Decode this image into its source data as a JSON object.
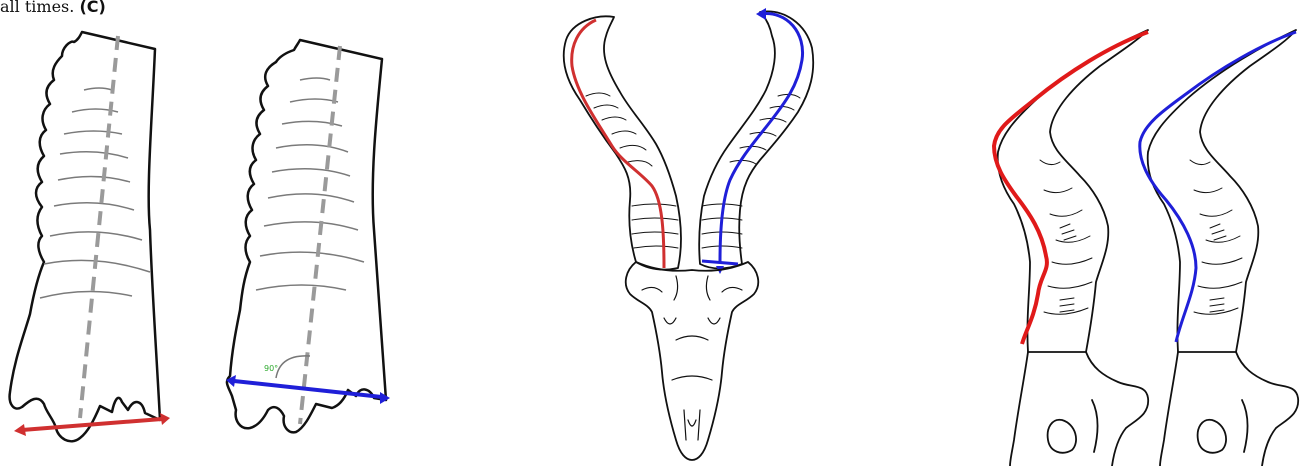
{
  "caption": {
    "text": "all times. ",
    "label": "(C)"
  },
  "panels": [
    {
      "id": "horn-sheath-basal-circumference-method-1",
      "measurement_color": "#d03030"
    },
    {
      "id": "horn-sheath-basal-circumference-method-2",
      "measurement_color": "#1f1fd8",
      "angle_label": "90°",
      "angle_label_color": "#2eaa2e"
    },
    {
      "id": "skull-frontal-horn-length",
      "left_color": "#d03030",
      "right_color": "#1f1fd8"
    },
    {
      "id": "skull-lateral-horn-length",
      "left_color": "#e01a1a",
      "right_color": "#1f1fd8"
    }
  ],
  "colors": {
    "ink": "#111111",
    "midline": "#9a9a9a",
    "ridge": "#7a7a7a"
  }
}
